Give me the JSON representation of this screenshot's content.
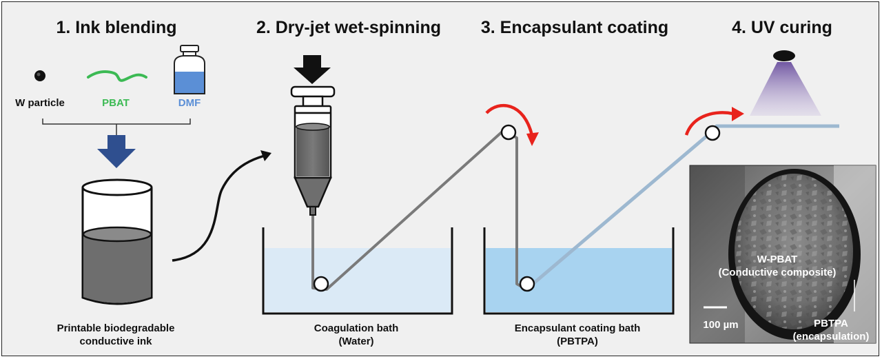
{
  "steps": [
    {
      "title": "1. Ink blending"
    },
    {
      "title": "2. Dry-jet wet-spinning"
    },
    {
      "title": "3. Encapsulant coating"
    },
    {
      "title": "4. UV curing"
    }
  ],
  "ink": {
    "w_particle": "W particle",
    "pbat": "PBAT",
    "dmf": "DMF",
    "caption_line1": "Printable biodegradable",
    "caption_line2": "conductive ink"
  },
  "coagulation_bath": {
    "line1": "Coagulation bath",
    "line2": "(Water)"
  },
  "coating_bath": {
    "line1": "Encapsulant coating bath",
    "line2": "(PBTPA)"
  },
  "sem": {
    "core_line1": "W-PBAT",
    "core_line2": "(Conductive composite)",
    "shell_line1": "PBTPA",
    "shell_line2": "(encapsulation)",
    "scale_bar": "100 µm"
  },
  "colors": {
    "pbat": "#3cba54",
    "dmf": "#5b8fd6",
    "arrow_blue": "#2f4f8f",
    "red_arrow": "#e8231c",
    "water": "#dbeaf6",
    "coating": "#a8d3f0",
    "fiber_gray": "#7a7a7a",
    "fiber_blue": "#9db8d0"
  }
}
